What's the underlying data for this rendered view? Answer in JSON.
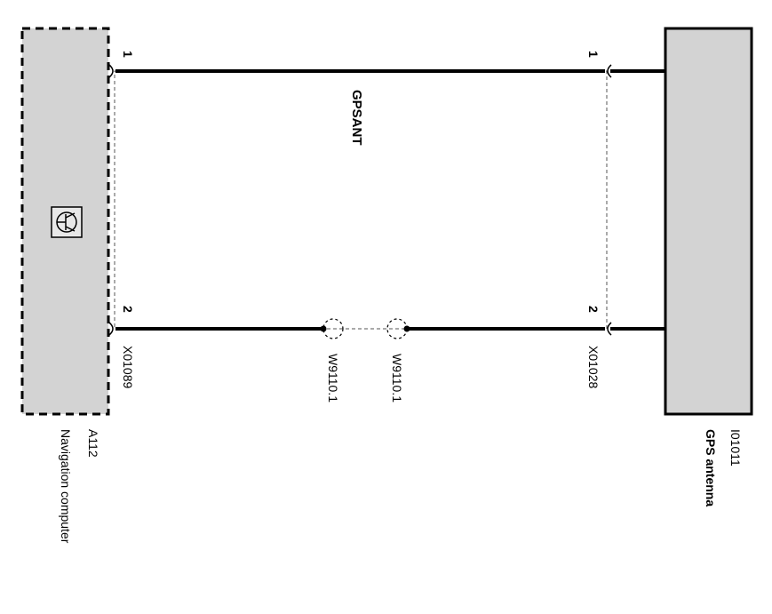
{
  "diagram": {
    "signal_name": "GPSANT",
    "components": {
      "navigation_computer": {
        "id": "A112",
        "name": "Navigation computer"
      },
      "gps_antenna": {
        "id": "I01011",
        "name": "GPS antenna"
      }
    },
    "connectors": {
      "nav_side": "X01089",
      "antenna_side": "X01028",
      "splice_left": "W9110.1",
      "splice_right": "W9110.1"
    },
    "pins": {
      "nav_pin_1": "1",
      "nav_pin_2": "2",
      "antenna_pin_1": "1",
      "antenna_pin_2": "2"
    },
    "icons": {
      "module_symbol": "antenna-symbol-icon"
    },
    "colors": {
      "component_fill": "#d3d3d3",
      "wire": "#000000"
    }
  }
}
